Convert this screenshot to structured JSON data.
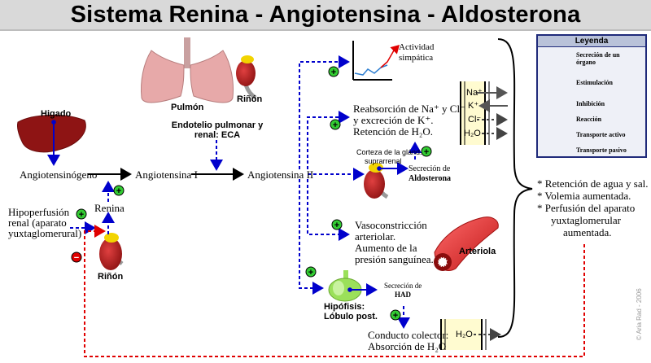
{
  "title": "Sistema Renina - Angiotensina - Aldosterona",
  "organs": {
    "liver": "Higado",
    "lung": "Pulmón",
    "kidney_top": "Riñón",
    "kidney_left": "Riñón",
    "arteriole": "Arteriola",
    "pituitary": [
      "Hipófisis:",
      "Lóbulo post."
    ]
  },
  "nodes": {
    "angiotensinogen": "Angiotensinógeno",
    "angiotensin1": "Angiotensina I",
    "angiotensin2": "Angiotensina II",
    "renin": "Renina",
    "endothelium": [
      "Endotelio pulmonar y",
      "renal: ECA"
    ],
    "hypoperfusion": [
      "Hipoperfusión",
      "renal (aparato",
      "yuxtaglomerural)"
    ]
  },
  "effects": {
    "sympathetic": [
      "Actividad",
      "simpática"
    ],
    "reabsorption": [
      "Reabsorción de Na⁺ y Cl⁻",
      "y excreción de K⁺.",
      "Retención de H₂O."
    ],
    "cortex": [
      "Corteza de la glánd.",
      "suprarrenal"
    ],
    "aldosterone_secretion": [
      "Secreción de",
      "Aldosterona"
    ],
    "vasoconstriction": [
      "Vasoconstricción",
      "arteriolar.",
      "Aumento de la",
      "presión sanguínea."
    ],
    "had_secretion": [
      "Secreción de",
      "HAD"
    ],
    "collecting_duct": [
      "Conducto colector:",
      "Absorción de H₂O"
    ]
  },
  "transport": {
    "ions": [
      "Na⁺",
      "K⁺",
      "Cl⁻",
      "H₂O"
    ],
    "duct_water": "H₂O"
  },
  "outcomes": [
    "* Retención de agua y sal.",
    "* Volemia aumentada.",
    "* Perfusión del aparato",
    "yuxtaglomerular",
    "aumentada."
  ],
  "legend": {
    "title": "Leyenda",
    "items": [
      "Secreción de un",
      "órgano",
      "Estimulación",
      "Inhibición",
      "Reacción",
      "Transporte activo",
      "Transporte pasivo"
    ]
  },
  "symbols": {
    "plus": "+",
    "minus": "−"
  },
  "copyright": "© Aria Rad - 2006",
  "colors": {
    "blue": "#0000cc",
    "red": "#e00000",
    "green": "#33cc33",
    "organ": "#b01e1e",
    "pituitary": "#9be05a",
    "legend_border": "#1f2a7a"
  }
}
